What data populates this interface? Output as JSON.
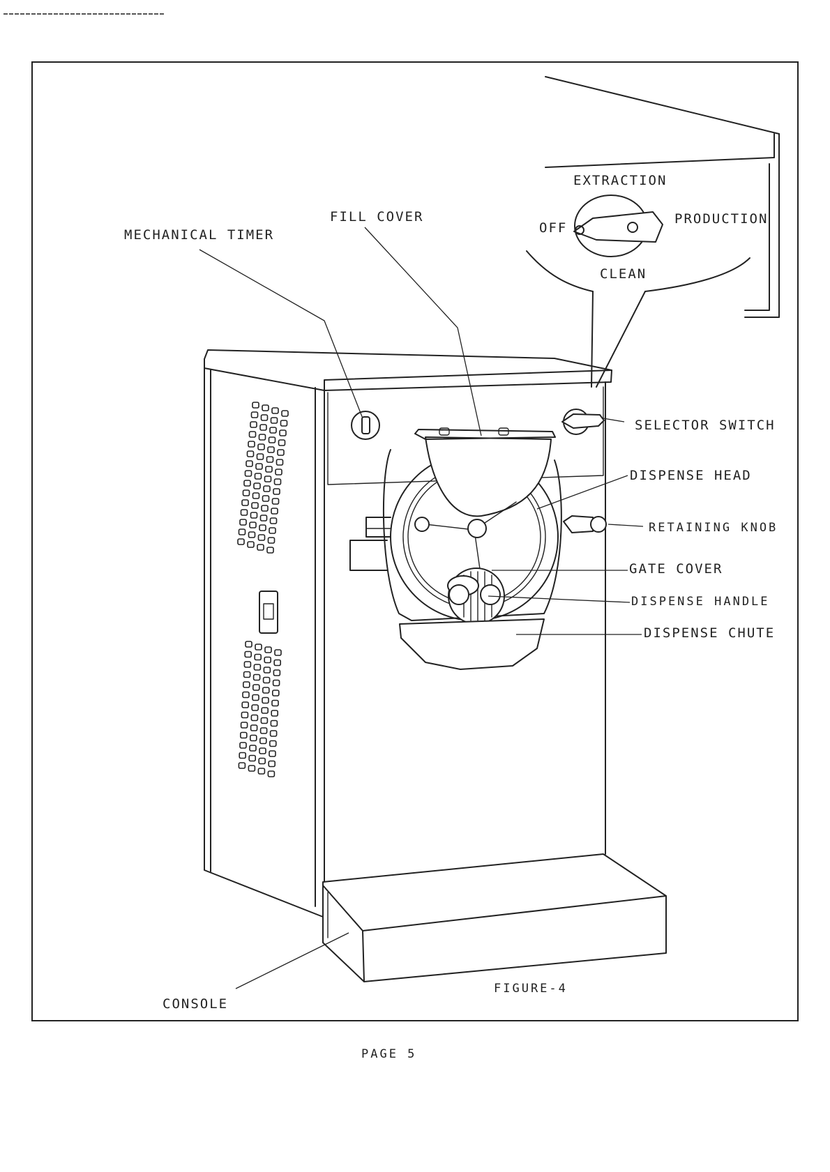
{
  "diagram": {
    "figure_caption": "FIGURE-4",
    "page_number": "PAGE 5",
    "inset": {
      "extraction": "EXTRACTION",
      "off": "OFF",
      "production": "PRODUCTION",
      "clean": "CLEAN"
    },
    "callouts": {
      "fill_cover": "FILL COVER",
      "mechanical_timer": "MECHANICAL TIMER",
      "selector_switch": "SELECTOR SWITCH",
      "dispense_head": "DISPENSE HEAD",
      "retaining_knob": "RETAINING KNOB",
      "gate_cover": "GATE COVER",
      "dispense_handle": "DISPENSE HANDLE",
      "dispense_chute": "DISPENSE CHUTE",
      "console": "CONSOLE"
    }
  }
}
